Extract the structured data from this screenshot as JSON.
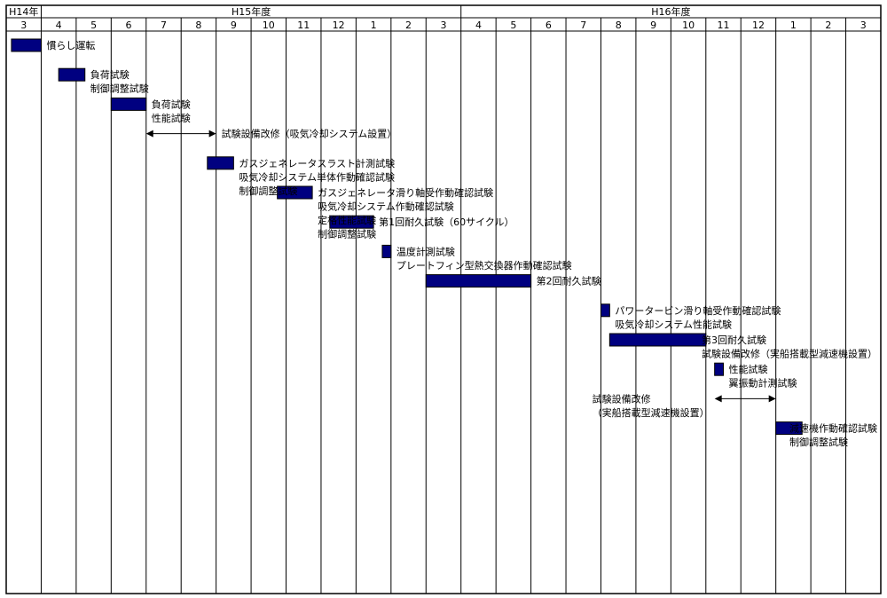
{
  "chart_data": {
    "type": "gantt",
    "fiscal_years": [
      {
        "label": "H14年",
        "months": [
          "3"
        ]
      },
      {
        "label": "H15年度",
        "months": [
          "4",
          "5",
          "6",
          "7",
          "8",
          "9",
          "10",
          "11",
          "12",
          "1",
          "2",
          "3"
        ]
      },
      {
        "label": "H16年度",
        "months": [
          "4",
          "5",
          "6",
          "7",
          "8",
          "9",
          "10",
          "11",
          "12",
          "1",
          "2",
          "3"
        ]
      }
    ],
    "bar_color": "#000080",
    "tasks": [
      {
        "kind": "bar",
        "start": 0.15,
        "end": 1.0,
        "lines": [
          "慣らし運転"
        ]
      },
      {
        "kind": "bar",
        "start": 1.5,
        "end": 2.25,
        "lines": [
          "負荷試験",
          "制御調整試験"
        ]
      },
      {
        "kind": "bar",
        "start": 3.0,
        "end": 4.0,
        "lines": [
          "負荷試験",
          "性能試験"
        ]
      },
      {
        "kind": "arrow",
        "start": 4.0,
        "end": 6.0,
        "lines": [
          "試験設備改修（吸気冷却システム設置）"
        ]
      },
      {
        "kind": "bar",
        "start": 5.75,
        "end": 6.5,
        "lines": [
          "ガスジェネレータスラスト計測試験",
          "吸気冷却システム単体作動確認試験",
          "制御調整試験"
        ]
      },
      {
        "kind": "bar",
        "start": 7.75,
        "end": 8.75,
        "lines": [
          "ガスジェネレータ滑り軸受作動確認試験",
          "吸気冷却システム作動確認試験",
          "定格性能試験",
          "制御調整試験"
        ]
      },
      {
        "kind": "bar",
        "start": 9.25,
        "end": 10.5,
        "lines": [
          "第1回耐久試験（60サイクル）"
        ]
      },
      {
        "kind": "bar",
        "start": 10.75,
        "end": 11.0,
        "lines": [
          "温度計測試験",
          "プレートフィン型熱交換器作動確認試験"
        ]
      },
      {
        "kind": "bar",
        "start": 12.0,
        "end": 15.0,
        "lines": [
          "第2回耐久試験"
        ]
      },
      {
        "kind": "bar",
        "start": 17.0,
        "end": 17.25,
        "lines": [
          "パワータービン滑り軸受作動確認試験",
          "吸気冷却システム性能試験"
        ]
      },
      {
        "kind": "bar",
        "start": 17.25,
        "end": 20.0,
        "lines": [
          "第3回耐久試験",
          "試験設備改修（実船搭載型減速機設置）"
        ]
      },
      {
        "kind": "bar",
        "start": 20.25,
        "end": 20.5,
        "lines": [
          "性能試験",
          "翼振動計測試験"
        ]
      },
      {
        "kind": "arrow",
        "start": 20.25,
        "end": 22.0,
        "lines": [
          "試験設備改修",
          "（実船搭載型減速機設置）"
        ]
      },
      {
        "kind": "bar",
        "start": 22.0,
        "end": 22.75,
        "lines": [
          "減速機作動確認試験",
          "制御調整試験"
        ]
      }
    ]
  }
}
